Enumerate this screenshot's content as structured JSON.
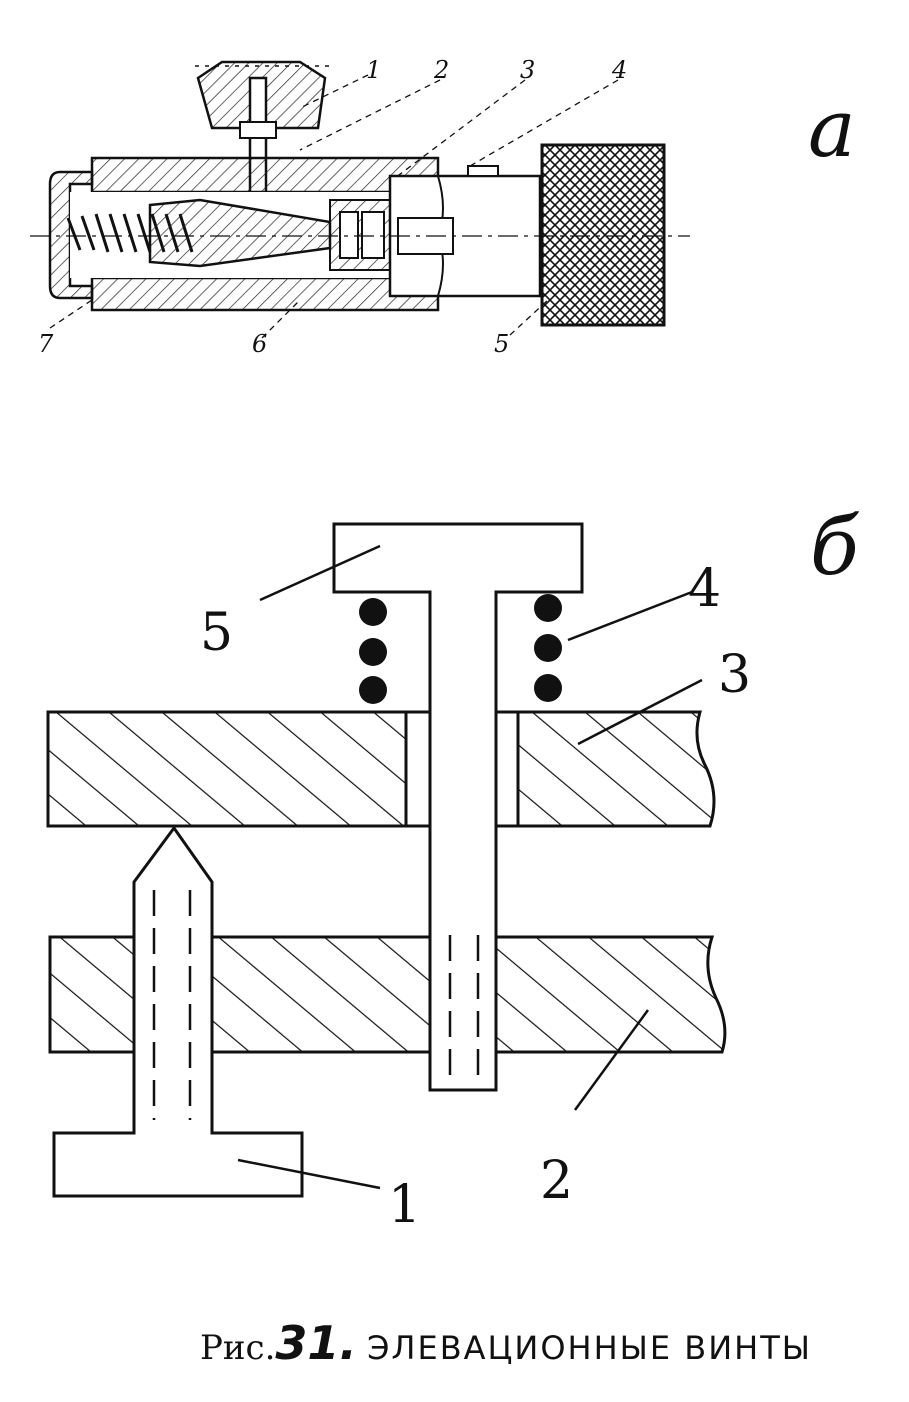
{
  "panel_a": {
    "letter": "а",
    "labels": [
      "1",
      "2",
      "3",
      "4",
      "5",
      "6",
      "7"
    ]
  },
  "panel_b": {
    "letter": "б",
    "labels": [
      "1",
      "2",
      "3",
      "4",
      "5"
    ]
  },
  "caption": {
    "prefix": "Рис.",
    "number": "31.",
    "title": "ЭЛЕВАЦИОННЫЕ ВИНТЫ"
  }
}
